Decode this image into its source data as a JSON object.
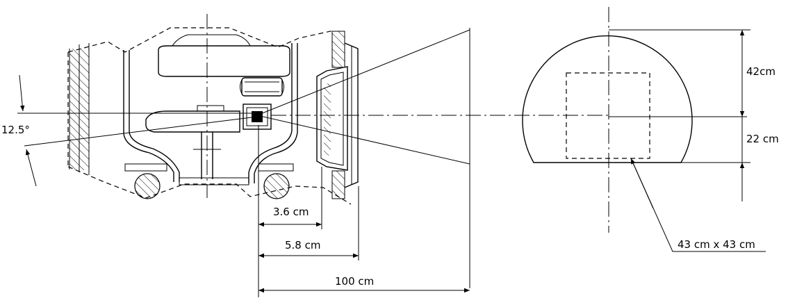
{
  "labels": {
    "angle": "12.5°",
    "dim_36": "3.6 cm",
    "dim_58": "5.8 cm",
    "dim_100": "100 cm",
    "dim_42": "42cm",
    "dim_22": "22 cm",
    "field_size": "43 cm x 43 cm"
  }
}
